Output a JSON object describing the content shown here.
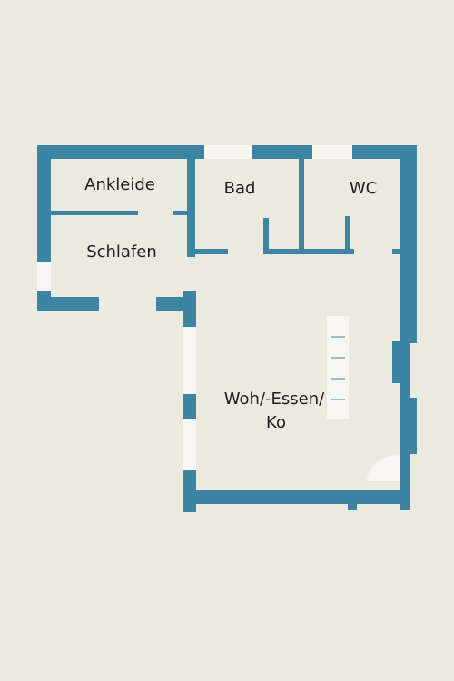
{
  "floorplan": {
    "colors": {
      "background": "#ECE9DF",
      "wall": "#3C84A4",
      "opening": "#F7F6F1",
      "text": "#1E1E1E"
    },
    "rooms": {
      "ankleide": "Ankleide",
      "bad": "Bad",
      "wc": "WC",
      "schlafen": "Schlafen",
      "wohnen_line1": "Woh/-Essen/",
      "wohnen_line2": "Ko"
    }
  }
}
